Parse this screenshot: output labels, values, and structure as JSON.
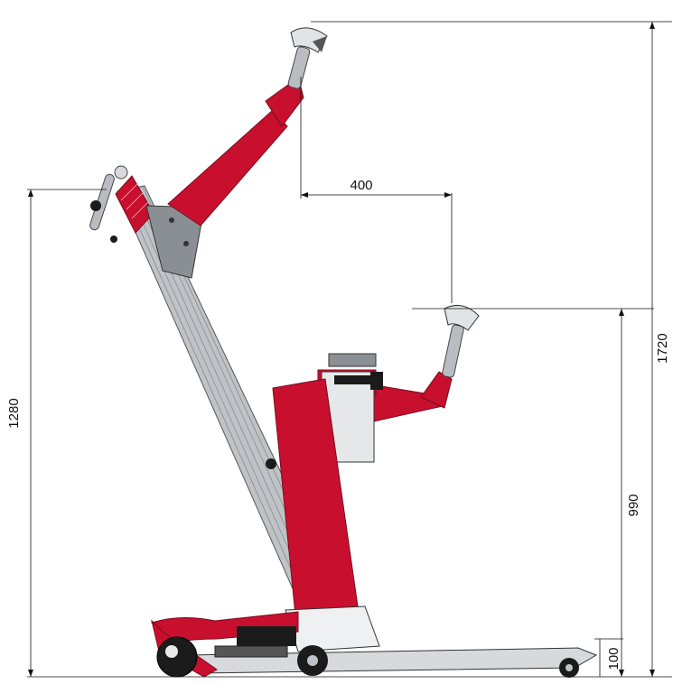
{
  "dimensions": {
    "top_offset": "400",
    "lower_handle_height": "1720",
    "lower_arm_height": "990",
    "mast_height": "1280",
    "base_height": "100"
  },
  "colors": {
    "frame_red": "#c8102e",
    "mast_silver": "#bfc3c7",
    "mast_dark": "#6c7075",
    "metal_grey": "#8a8f94",
    "plate_grey": "#d7d9dc",
    "wheel_black": "#1b1b1b",
    "line": "#111111"
  },
  "icons": [
    "stand-aid-lift-device"
  ]
}
